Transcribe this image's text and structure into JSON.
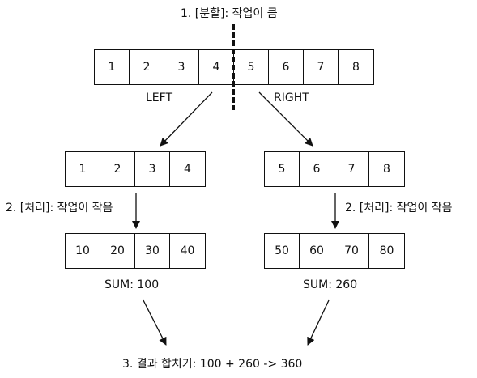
{
  "titles": {
    "split": "1. [분할]: 작업이 큼",
    "process_left": "2. [처리]: 작업이 작음",
    "process_right": "2. [처리]: 작업이 작음",
    "combine": "3. 결과 합치기: 100 + 260 -> 360"
  },
  "top_array": [
    "1",
    "2",
    "3",
    "4",
    "5",
    "6",
    "7",
    "8"
  ],
  "side_labels": {
    "left": "LEFT",
    "right": "RIGHT"
  },
  "left_array": [
    "1",
    "2",
    "3",
    "4"
  ],
  "right_array": [
    "5",
    "6",
    "7",
    "8"
  ],
  "left_result": [
    "10",
    "20",
    "30",
    "40"
  ],
  "right_result": [
    "50",
    "60",
    "70",
    "80"
  ],
  "sums": {
    "left": "SUM: 100",
    "right": "SUM: 260"
  },
  "colors": {
    "line": "#111111"
  }
}
